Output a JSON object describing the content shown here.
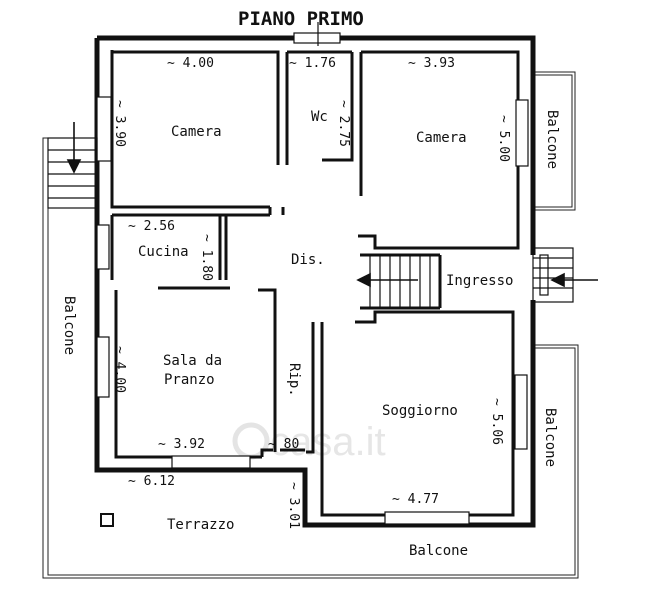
{
  "title": "PIANO PRIMO",
  "rooms": {
    "camera_left": "Camera",
    "wc": "Wc",
    "camera_right": "Camera",
    "cucina": "Cucina",
    "dis": "Dis.",
    "ingresso": "Ingresso",
    "sala_line1": "Sala da",
    "sala_line2": "Pranzo",
    "rip": "Rip.",
    "soggiorno": "Soggiorno",
    "terrazzo": "Terrazzo"
  },
  "balconies": {
    "right_top": "Balcone",
    "left": "Balcone",
    "right_bottom": "Balcone",
    "bottom": "Balcone"
  },
  "dimensions": {
    "camera_left_w": "~ 4.00",
    "camera_left_h": "~ 3.90",
    "wc_w": "~ 1.76",
    "wc_h": "~ 2.75",
    "camera_right_w": "~ 3.93",
    "camera_right_h": "~ 5.00",
    "cucina_w": "~ 2.56",
    "cucina_h": "~ 1.80",
    "sala_h": "~ 4.00",
    "sala_w": "~ 3.92",
    "rip_w": "~ 80",
    "soggiorno_h": "~ 5.06",
    "soggiorno_w": "~ 4.77",
    "terrazzo_w": "~ 6.12",
    "terrazzo_h": "~ 3.01"
  },
  "watermark": "casa.it"
}
